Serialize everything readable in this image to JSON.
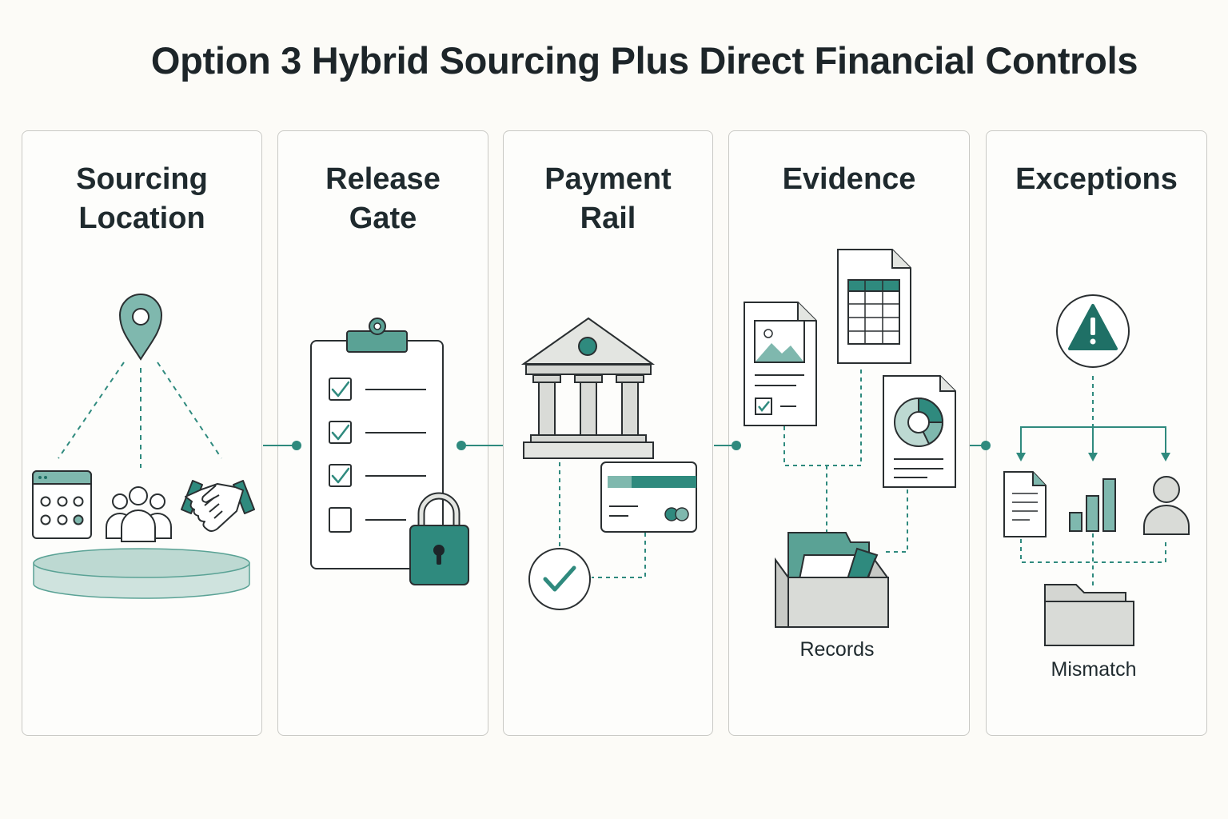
{
  "title": "Option 3 Hybrid Sourcing Plus Direct Financial Controls",
  "colors": {
    "accent": "#2f8a7e",
    "accent_dark": "#1f7066",
    "accent_light": "#7fb8ae",
    "outline": "#2a2f31",
    "gray_fill": "#d9dbd7",
    "panel_border": "#c9c9c5"
  },
  "panels": [
    {
      "id": "sourcing-location",
      "title": "Sourcing\nLocation",
      "icons": [
        "location-pin-icon",
        "calendar-grid-icon",
        "people-group-icon",
        "handshake-icon",
        "platform-disc"
      ]
    },
    {
      "id": "release-gate",
      "title": "Release\nGate",
      "icons": [
        "clipboard-checklist-icon",
        "padlock-icon"
      ]
    },
    {
      "id": "payment-rail",
      "title": "Payment\nRail",
      "icons": [
        "bank-building-icon",
        "credit-card-icon",
        "checkmark-circle-icon"
      ]
    },
    {
      "id": "evidence",
      "title": "Evidence",
      "icons": [
        "image-document-icon",
        "spreadsheet-document-icon",
        "chart-document-icon",
        "records-box-icon"
      ],
      "label": "Records"
    },
    {
      "id": "exceptions",
      "title": "Exceptions",
      "icons": [
        "warning-icon",
        "document-icon",
        "bar-chart-icon",
        "user-icon",
        "folder-icon"
      ],
      "label": "Mismatch"
    }
  ]
}
